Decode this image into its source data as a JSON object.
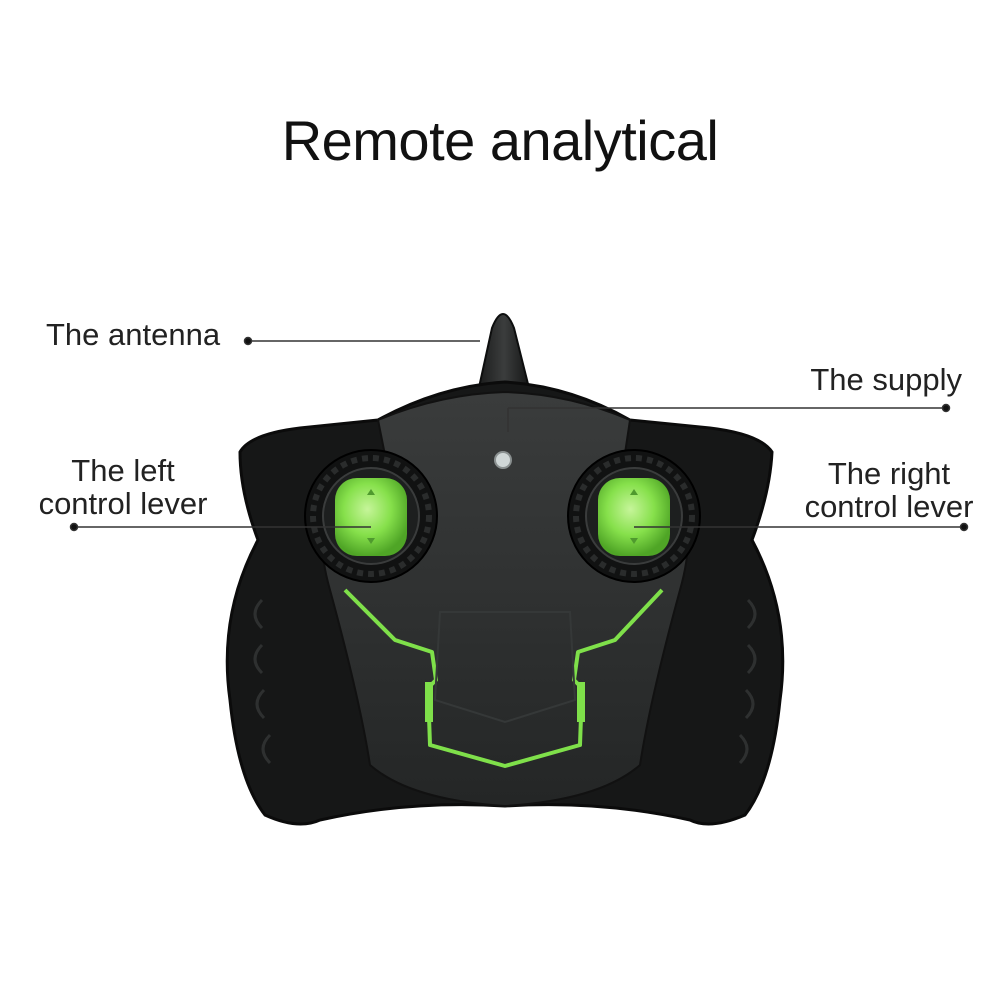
{
  "title": "Remote analytical",
  "labels": {
    "antenna": "The antenna",
    "supply": "The supply",
    "left_line1": "The left",
    "left_line2": "control lever",
    "right_line1": "The right",
    "right_line2": "control lever"
  },
  "colors": {
    "body": "#2b2d2d",
    "body_dark": "#151616",
    "accent_green": "#7fe04a",
    "leader_line": "#333333"
  }
}
